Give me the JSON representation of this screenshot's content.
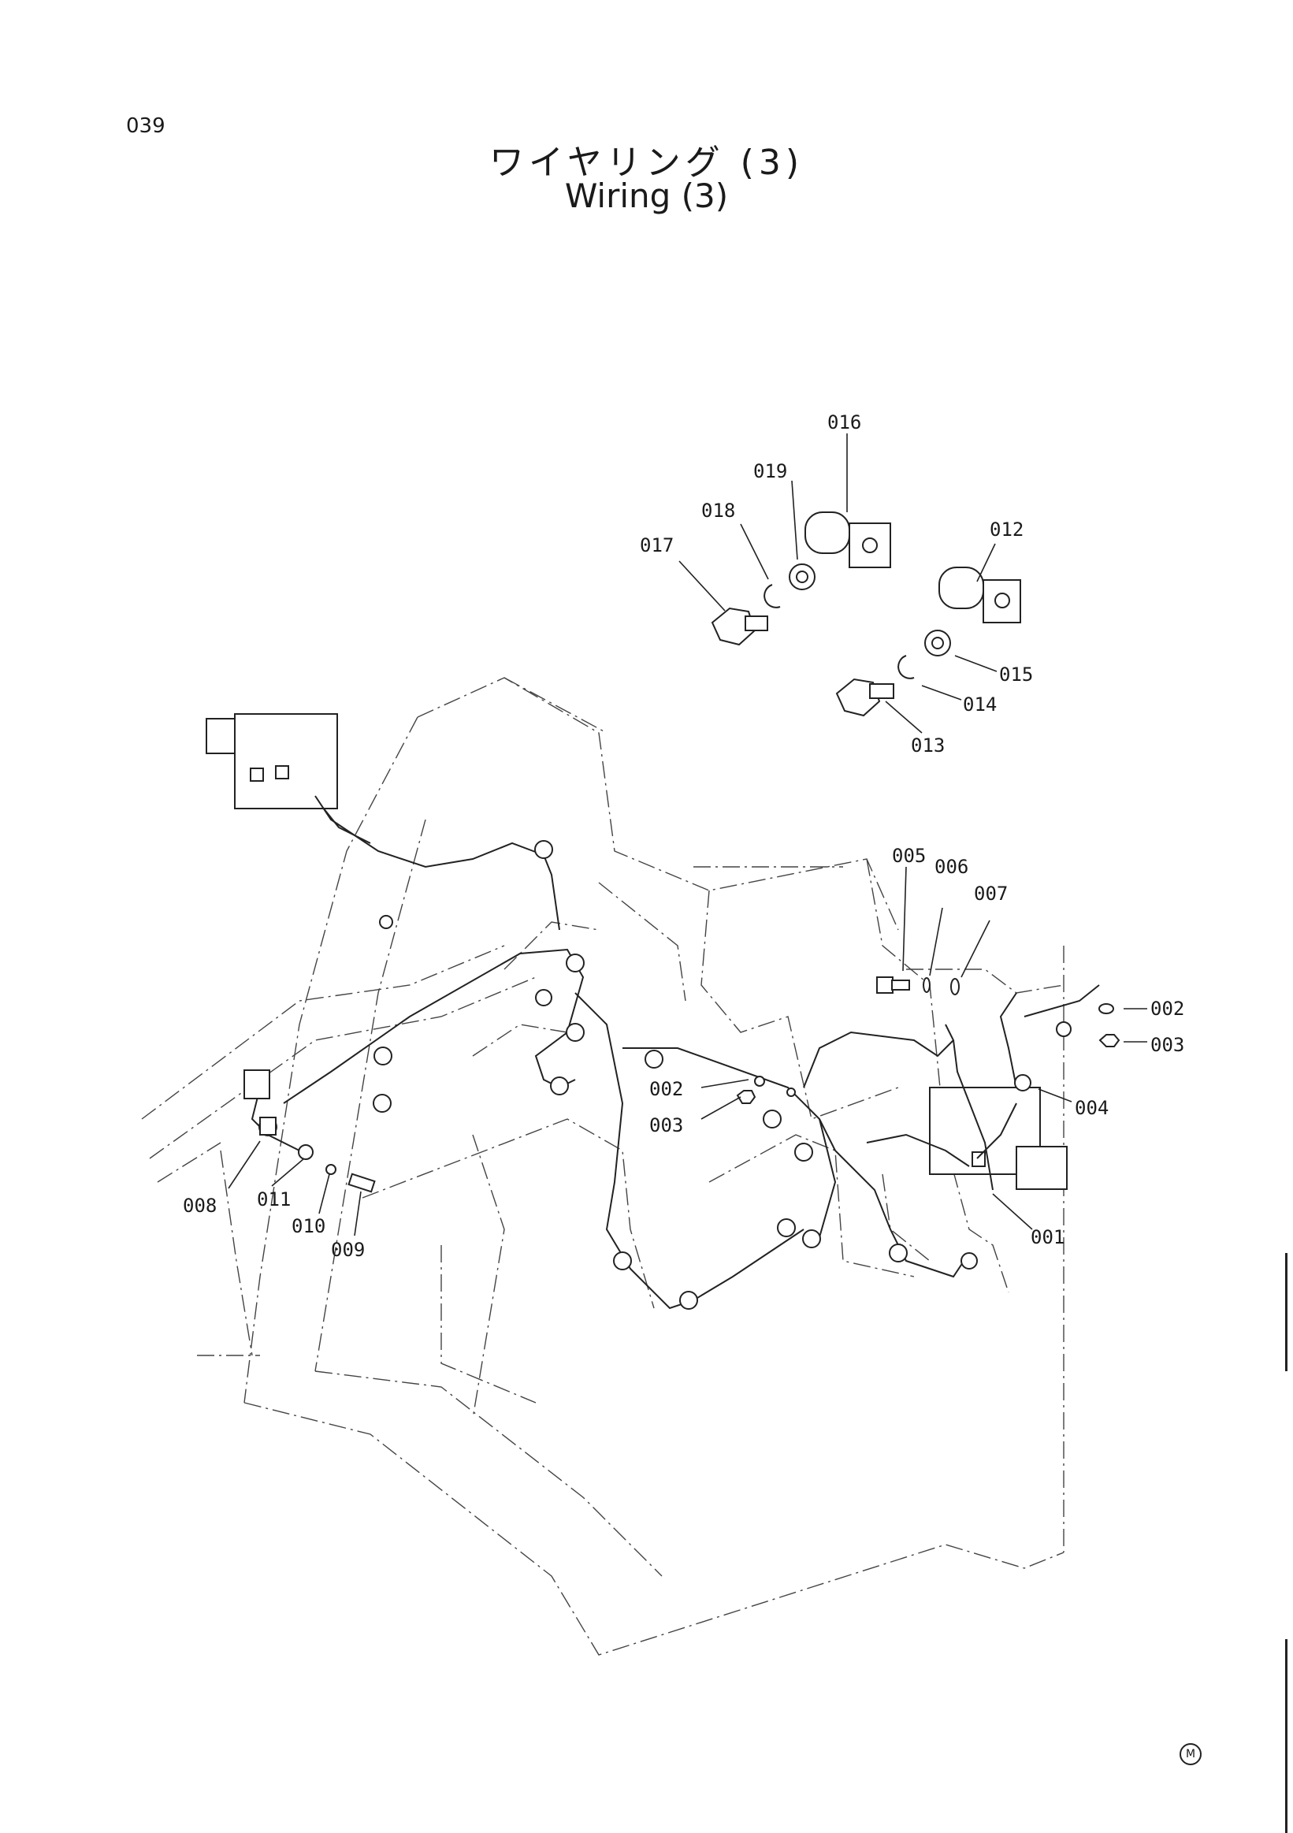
{
  "page_number": "039",
  "title_jp": "ワイヤリング (3)",
  "title_en": "Wiring (3)",
  "footer_mark": "M",
  "callouts": {
    "c001": "001",
    "c002a": "002",
    "c002b": "002",
    "c003a": "003",
    "c003b": "003",
    "c004": "004",
    "c005": "005",
    "c006": "006",
    "c007": "007",
    "c008": "008",
    "c009": "009",
    "c010": "010",
    "c011": "011",
    "c012": "012",
    "c013": "013",
    "c014": "014",
    "c015": "015",
    "c016": "016",
    "c017": "017",
    "c018": "018",
    "c019": "019"
  }
}
